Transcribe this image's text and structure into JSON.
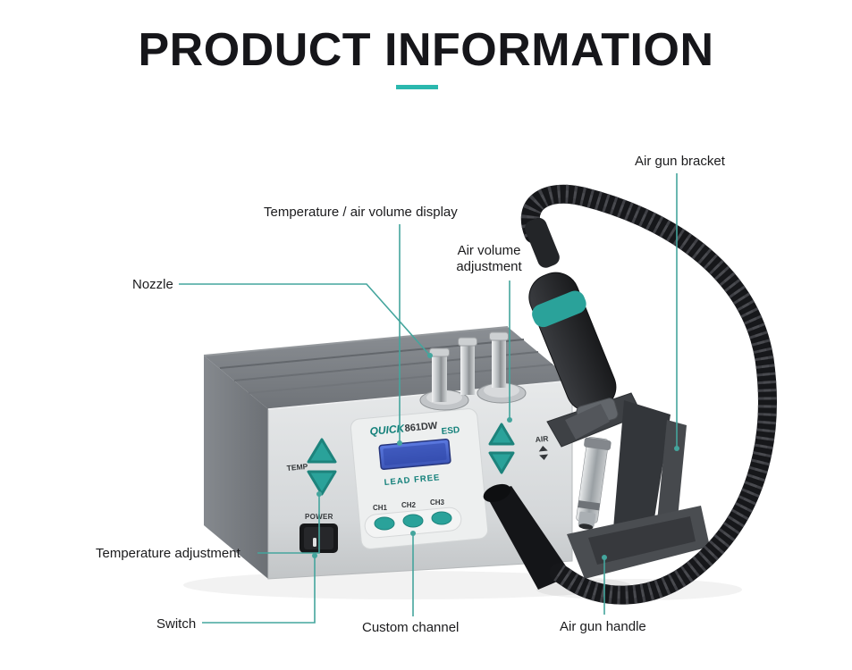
{
  "page": {
    "title": "PRODUCT INFORMATION"
  },
  "colors": {
    "accent_teal": "#2bb8ae",
    "callout_line": "#44a59d",
    "button_teal": "#2aa29a",
    "lcd_blue": "#4a63cf"
  },
  "labels": {
    "air_gun_bracket": "Air gun bracket",
    "temp_air_display": "Temperature / air volume display",
    "air_volume_line1": "Air volume",
    "air_volume_line2": "adjustment",
    "nozzle": "Nozzle",
    "temperature_adjustment": "Temperature adjustment",
    "switch": "Switch",
    "custom_channel": "Custom channel",
    "air_gun_handle": "Air gun handle"
  },
  "device": {
    "brand": "QUICK",
    "model": "861DW",
    "esd_mark": "ESD",
    "temp_label": "TEMP",
    "air_label": "AIR",
    "power_label": "POWER",
    "lead_free_label": "LEAD FREE",
    "channels": [
      "CH1",
      "CH2",
      "CH3"
    ]
  }
}
